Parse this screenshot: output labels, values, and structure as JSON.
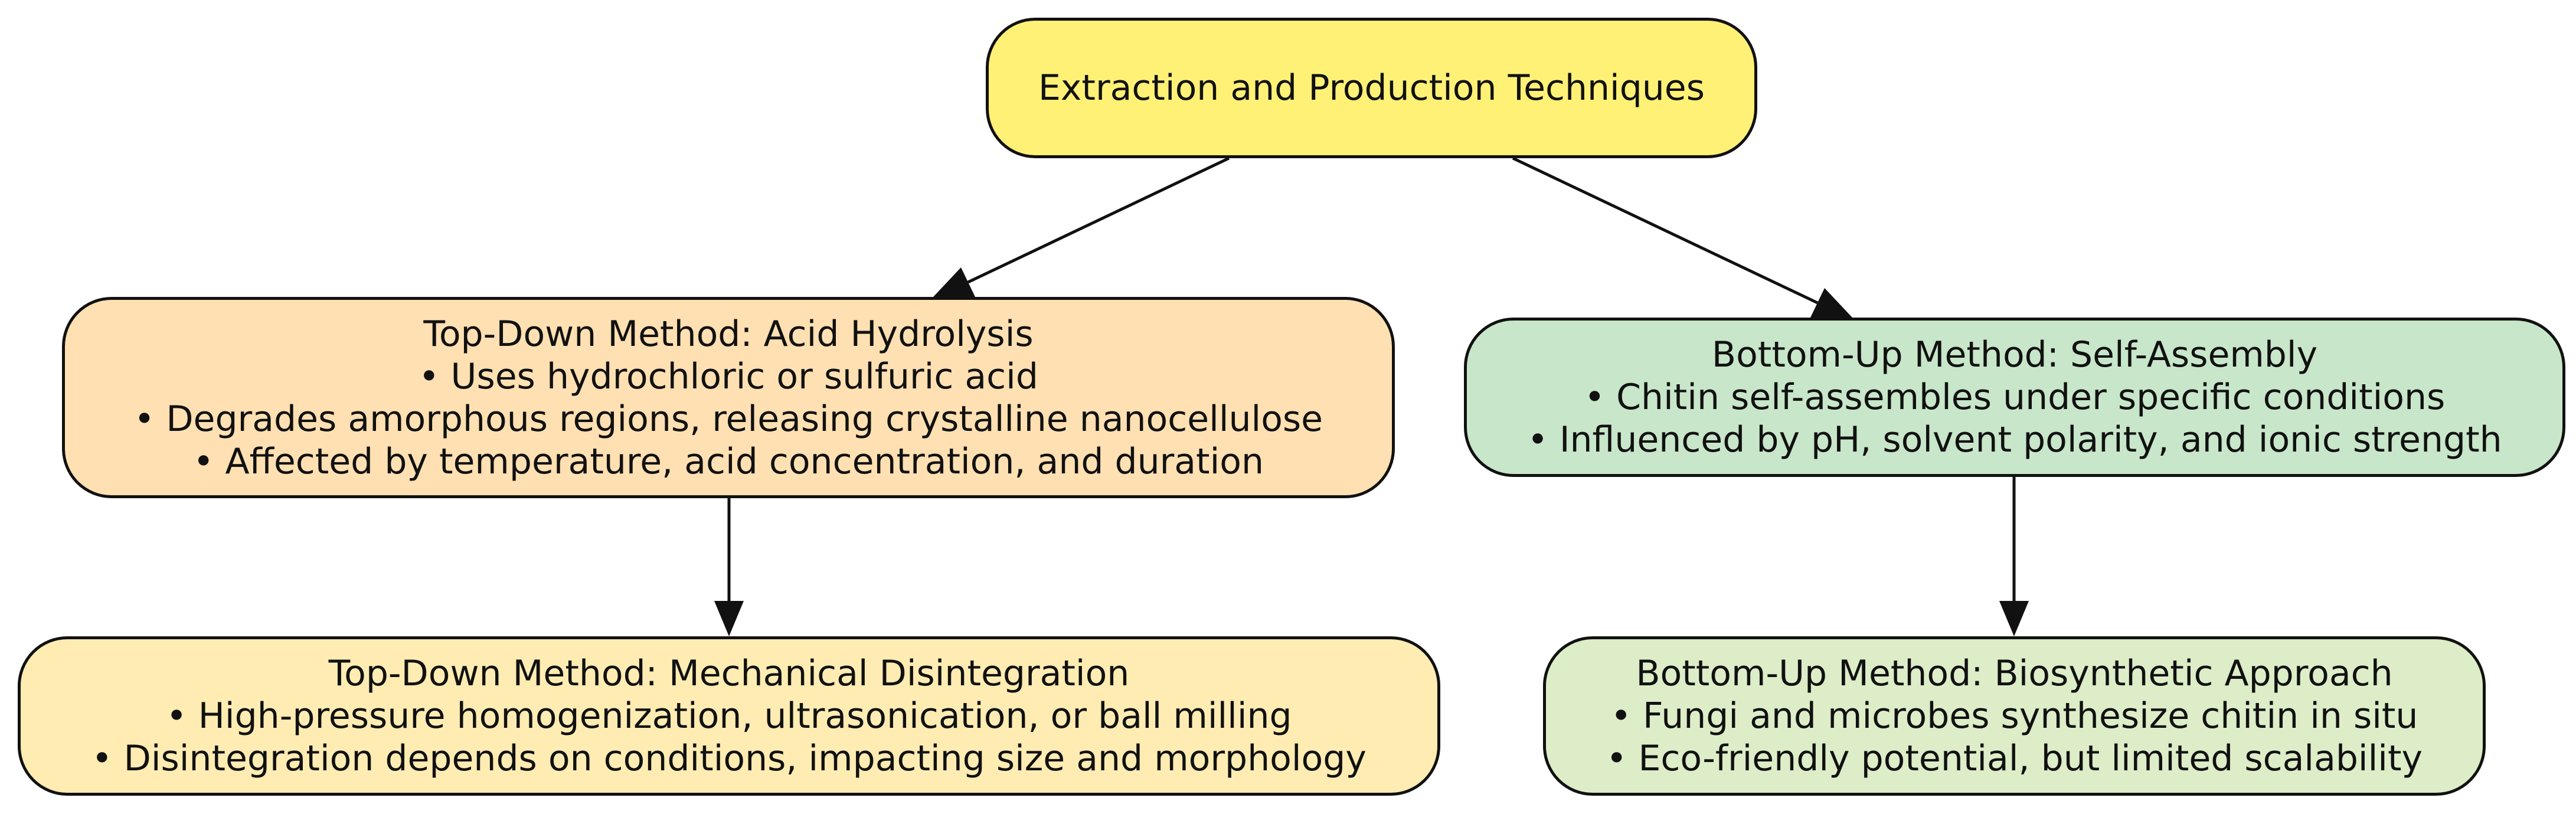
{
  "colors": {
    "root_fill": "#fff176",
    "top_down_fill": "#ffe0b2",
    "bottom_up_fill": "#c8e6c9",
    "mechanical_fill": "#ffecb3",
    "biosynthetic_fill": "#dcedc8",
    "outline": "#111111"
  },
  "nodes": {
    "root": {
      "lines": [
        "Extraction and Production Techniques"
      ]
    },
    "acid_hydrolysis": {
      "lines": [
        "Top-Down Method: Acid Hydrolysis",
        "• Uses hydrochloric or sulfuric acid",
        "• Degrades amorphous regions, releasing crystalline nanocellulose",
        "• Affected by temperature, acid concentration, and duration"
      ]
    },
    "self_assembly": {
      "lines": [
        "Bottom-Up Method: Self-Assembly",
        "• Chitin self-assembles under specific conditions",
        "• Influenced by pH, solvent polarity, and ionic strength"
      ]
    },
    "mechanical_disintegration": {
      "lines": [
        "Top-Down Method: Mechanical Disintegration",
        "• High-pressure homogenization, ultrasonication, or ball milling",
        "• Disintegration depends on conditions, impacting size and morphology"
      ]
    },
    "biosynthetic": {
      "lines": [
        "Bottom-Up Method: Biosynthetic Approach",
        "• Fungi and microbes synthesize chitin in situ",
        "• Eco-friendly potential, but limited scalability"
      ]
    }
  },
  "edges": [
    {
      "from": "root",
      "to": "acid_hydrolysis"
    },
    {
      "from": "root",
      "to": "self_assembly"
    },
    {
      "from": "acid_hydrolysis",
      "to": "mechanical_disintegration"
    },
    {
      "from": "self_assembly",
      "to": "biosynthetic"
    }
  ]
}
